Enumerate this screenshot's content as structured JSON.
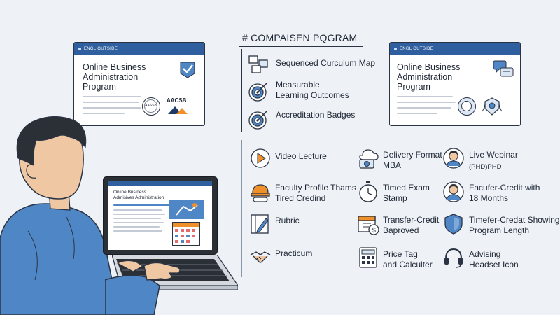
{
  "header": {
    "title": "# COMPAISEN PQGRAM"
  },
  "left_card": {
    "bar_text": "ENGL OUTSIDE",
    "title": "Online Business\nAdministration\nProgram",
    "badge1": "AASSB",
    "badge2": "AACSB"
  },
  "right_card": {
    "bar_text": "ENGL OUTSIDE",
    "title": "Online Business\nAdministration\nProgram"
  },
  "feature_list": [
    {
      "label": "Sequenced Curculum Map",
      "icon": "map-boxes-icon"
    },
    {
      "label": "Measurable\nLearning Outcomes",
      "icon": "target-icon"
    },
    {
      "label": "Accreditation Badges",
      "icon": "target-icon"
    }
  ],
  "grid": {
    "col1": [
      {
        "label": "Video Lecture",
        "icon": "play-icon"
      },
      {
        "label": "Faculty Profile Thams\nTired Credind",
        "icon": "hardhat-icon"
      },
      {
        "label": "Rubric",
        "icon": "rubric-icon"
      },
      {
        "label": "Practicum",
        "icon": "handshake-icon"
      }
    ],
    "col2": [
      {
        "label": "Delivery Format\nMBA",
        "icon": "camera-cloud-icon"
      },
      {
        "label": "Timed Exam\nStamp",
        "icon": "stopwatch-icon"
      },
      {
        "label": "Transfer-Credit\nBaproved",
        "icon": "calendar-dollar-icon"
      },
      {
        "label": "Price Tag\nand Calculter",
        "icon": "calculator-icon"
      }
    ],
    "col3": [
      {
        "label": "Live Webinar",
        "sub": "(PHD)PHD",
        "icon": "person-avatar-icon"
      },
      {
        "label": "Facufer-Credit with\n18 Months",
        "icon": "person-avatar-icon"
      },
      {
        "label": "Timefer-Credat Showing\nProgram Length",
        "icon": "shield-icon"
      },
      {
        "label": "Advising\nHeadset Icon",
        "icon": "headset-icon"
      }
    ]
  },
  "laptop": {
    "screen_title": "Online Business\nAdmisives Administration"
  },
  "colors": {
    "accent_blue": "#2f5f9e",
    "shirt_blue": "#4f86c6",
    "hair": "#2b2f36",
    "skin": "#f0c7a3",
    "orange": "#f0902a"
  }
}
